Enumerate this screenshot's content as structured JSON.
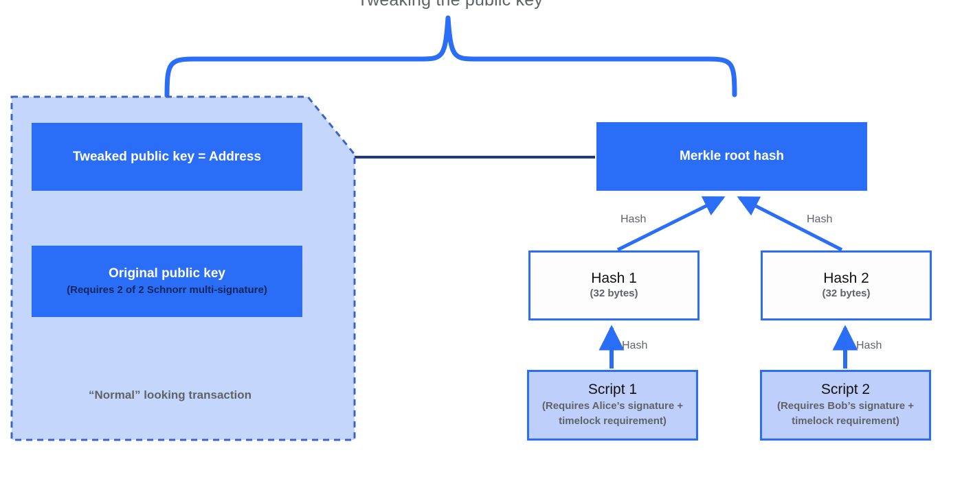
{
  "title": "Tweaking the public key",
  "colors": {
    "brand_blue": "#2a6df6",
    "light_blue_fill": "#c5d6fc",
    "script_fill": "#bdcffa",
    "navy_arrow": "#1c3a87",
    "gray_text": "#5f6368"
  },
  "normal_transaction": {
    "caption": "“Normal” looking transaction"
  },
  "boxes": {
    "tweaked_pubkey": {
      "title": "Tweaked public key = Address"
    },
    "original_pubkey": {
      "title": "Original public key",
      "subtitle": "(Requires 2 of 2 Schnorr multi-signature)"
    },
    "merkle_root": {
      "title": "Merkle root hash"
    },
    "hash_1": {
      "title": "Hash 1",
      "subtitle": "(32 bytes)"
    },
    "hash_2": {
      "title": "Hash 2",
      "subtitle": "(32 bytes)"
    },
    "script_1": {
      "title": "Script 1",
      "subtitle": "(Requires Alice’s signature + timelock requirement)"
    },
    "script_2": {
      "title": "Script 2",
      "subtitle": "(Requires Bob’s signature + timelock requirement)"
    }
  },
  "edge_labels": {
    "hash_merkle_left": "Hash",
    "hash_merkle_right": "Hash",
    "hash_script_left": "Hash",
    "hash_script_right": "Hash"
  }
}
